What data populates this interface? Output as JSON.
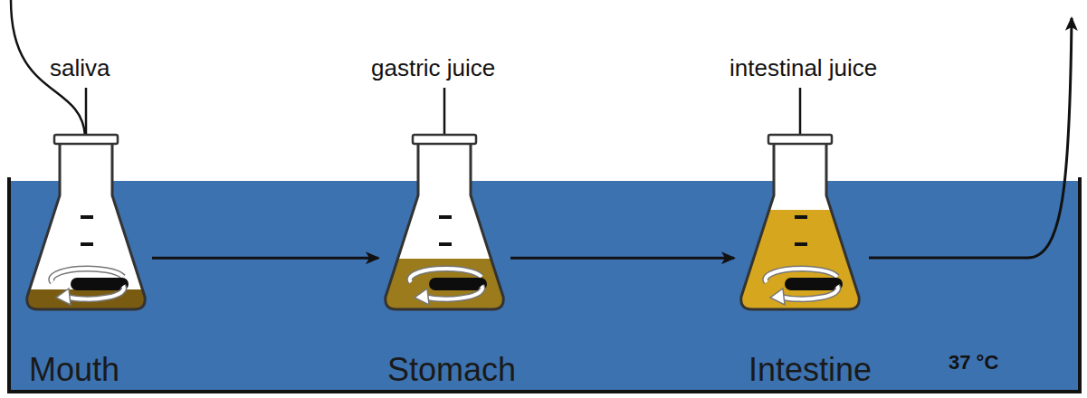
{
  "diagram": {
    "nodes": [
      {
        "text": [
          "Mouth"
        ]
      },
      {
        "text": [
          "Stomach"
        ]
      },
      {
        "text": [
          "Intestine"
        ]
      }
    ],
    "edges": [
      {
        "from": 0,
        "to": 1,
        "arrow": "to"
      },
      {
        "from": 1,
        "to": 2,
        "arrow": "to"
      }
    ],
    "labels": [
      "saliva",
      "gastric juice",
      "intestinal juice",
      "37 °C"
    ]
  }
}
